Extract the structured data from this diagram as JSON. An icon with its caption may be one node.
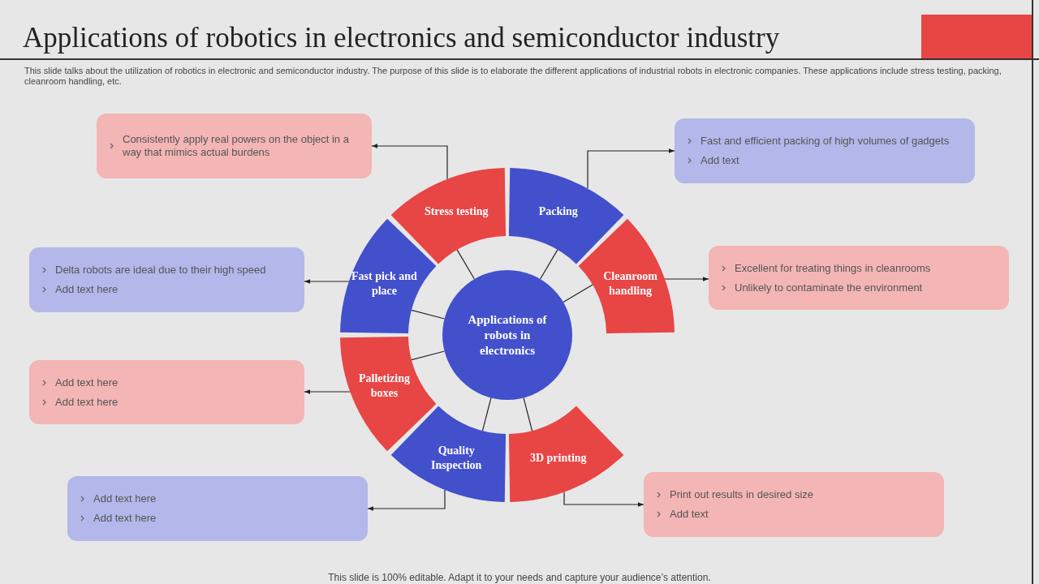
{
  "diagram": {
    "title": "Applications of robotics in electronics and semiconductor industry",
    "nodes": [
      {
        "text": [
          "Applications of robots in electronics"
        ]
      },
      {
        "text": [
          "Stress testing"
        ]
      },
      {
        "text": [
          "Packing"
        ]
      },
      {
        "text": [
          "Cleanroom handling"
        ]
      },
      {
        "text": [
          "3D printing"
        ]
      },
      {
        "text": [
          "Quality Inspection"
        ]
      },
      {
        "text": [
          "Palletizing boxes"
        ]
      },
      {
        "text": [
          "Fast pick and place"
        ]
      },
      {
        "text": [
          "Consistently apply real powers on the object in a way that mimics actual burdens"
        ]
      },
      {
        "text": [
          "Fast and efficient packing of high volumes of gadgets",
          "Add text"
        ]
      },
      {
        "text": [
          "Excellent for treating things in cleanrooms",
          "Unlikely to contaminate the environment"
        ]
      },
      {
        "text": [
          "Print out results in desired size",
          "Add text"
        ]
      },
      {
        "text": [
          "Add text here",
          "Add text here"
        ]
      },
      {
        "text": [
          "Add text here",
          "Add text here"
        ]
      },
      {
        "text": [
          "Delta robots are ideal due to their high speed",
          "Add text here"
        ]
      }
    ],
    "edges": [
      {
        "from": 0,
        "to": 1,
        "arrow": "none"
      },
      {
        "from": 0,
        "to": 2,
        "arrow": "none"
      },
      {
        "from": 0,
        "to": 3,
        "arrow": "none"
      },
      {
        "from": 0,
        "to": 4,
        "arrow": "none"
      },
      {
        "from": 0,
        "to": 5,
        "arrow": "none"
      },
      {
        "from": 0,
        "to": 6,
        "arrow": "none"
      },
      {
        "from": 0,
        "to": 7,
        "arrow": "none"
      },
      {
        "from": 1,
        "to": 8,
        "arrow": "to"
      },
      {
        "from": 2,
        "to": 9,
        "arrow": "to"
      },
      {
        "from": 3,
        "to": 10,
        "arrow": "to"
      },
      {
        "from": 4,
        "to": 11,
        "arrow": "to"
      },
      {
        "from": 5,
        "to": 12,
        "arrow": "to"
      },
      {
        "from": 6,
        "to": 13,
        "arrow": "to"
      },
      {
        "from": 7,
        "to": 14,
        "arrow": "to"
      }
    ],
    "labels": [
      "This slide talks about the utilization of robotics in electronic and semiconductor industry. The purpose of this slide is to elaborate the different applications of industrial robots in electronic companies. These applications include stress testing, packing, cleanroom handling, etc.",
      "This slide is 100% editable. Adapt it to your needs and capture your audience’s attention."
    ]
  }
}
